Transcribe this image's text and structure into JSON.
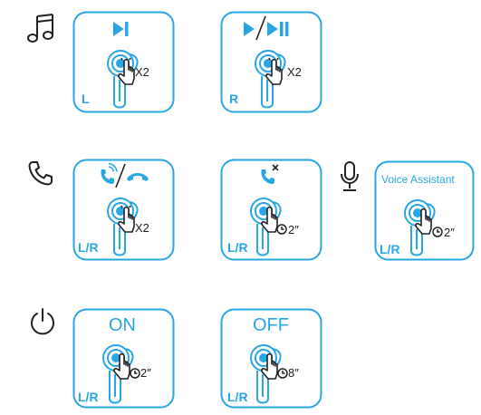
{
  "colors": {
    "accent": "#29a6e6",
    "ink": "#222222",
    "background": "#ffffff"
  },
  "sections": {
    "music": {
      "icon": "music-note-icon",
      "cards": [
        {
          "icon": "next-track-icon",
          "gesture": "X2",
          "side": "L"
        },
        {
          "icon": "play-pause-icon",
          "gesture": "X2",
          "side": "R"
        }
      ]
    },
    "call": {
      "icon": "phone-handset-icon",
      "cards": [
        {
          "icon": "answer-hang-up-icon",
          "gesture": "X2",
          "side": "L/R"
        },
        {
          "icon": "reject-call-icon",
          "gesture": "2″",
          "side": "L/R"
        }
      ]
    },
    "voice": {
      "icon": "microphone-icon",
      "cards": [
        {
          "label": "Voice Assistant",
          "gesture": "2″",
          "side": "L/R"
        }
      ]
    },
    "power": {
      "icon": "power-icon",
      "cards": [
        {
          "label": "ON",
          "gesture": "2″",
          "side": "L/R"
        },
        {
          "label": "OFF",
          "gesture": "8″",
          "side": "L/R"
        }
      ]
    }
  }
}
